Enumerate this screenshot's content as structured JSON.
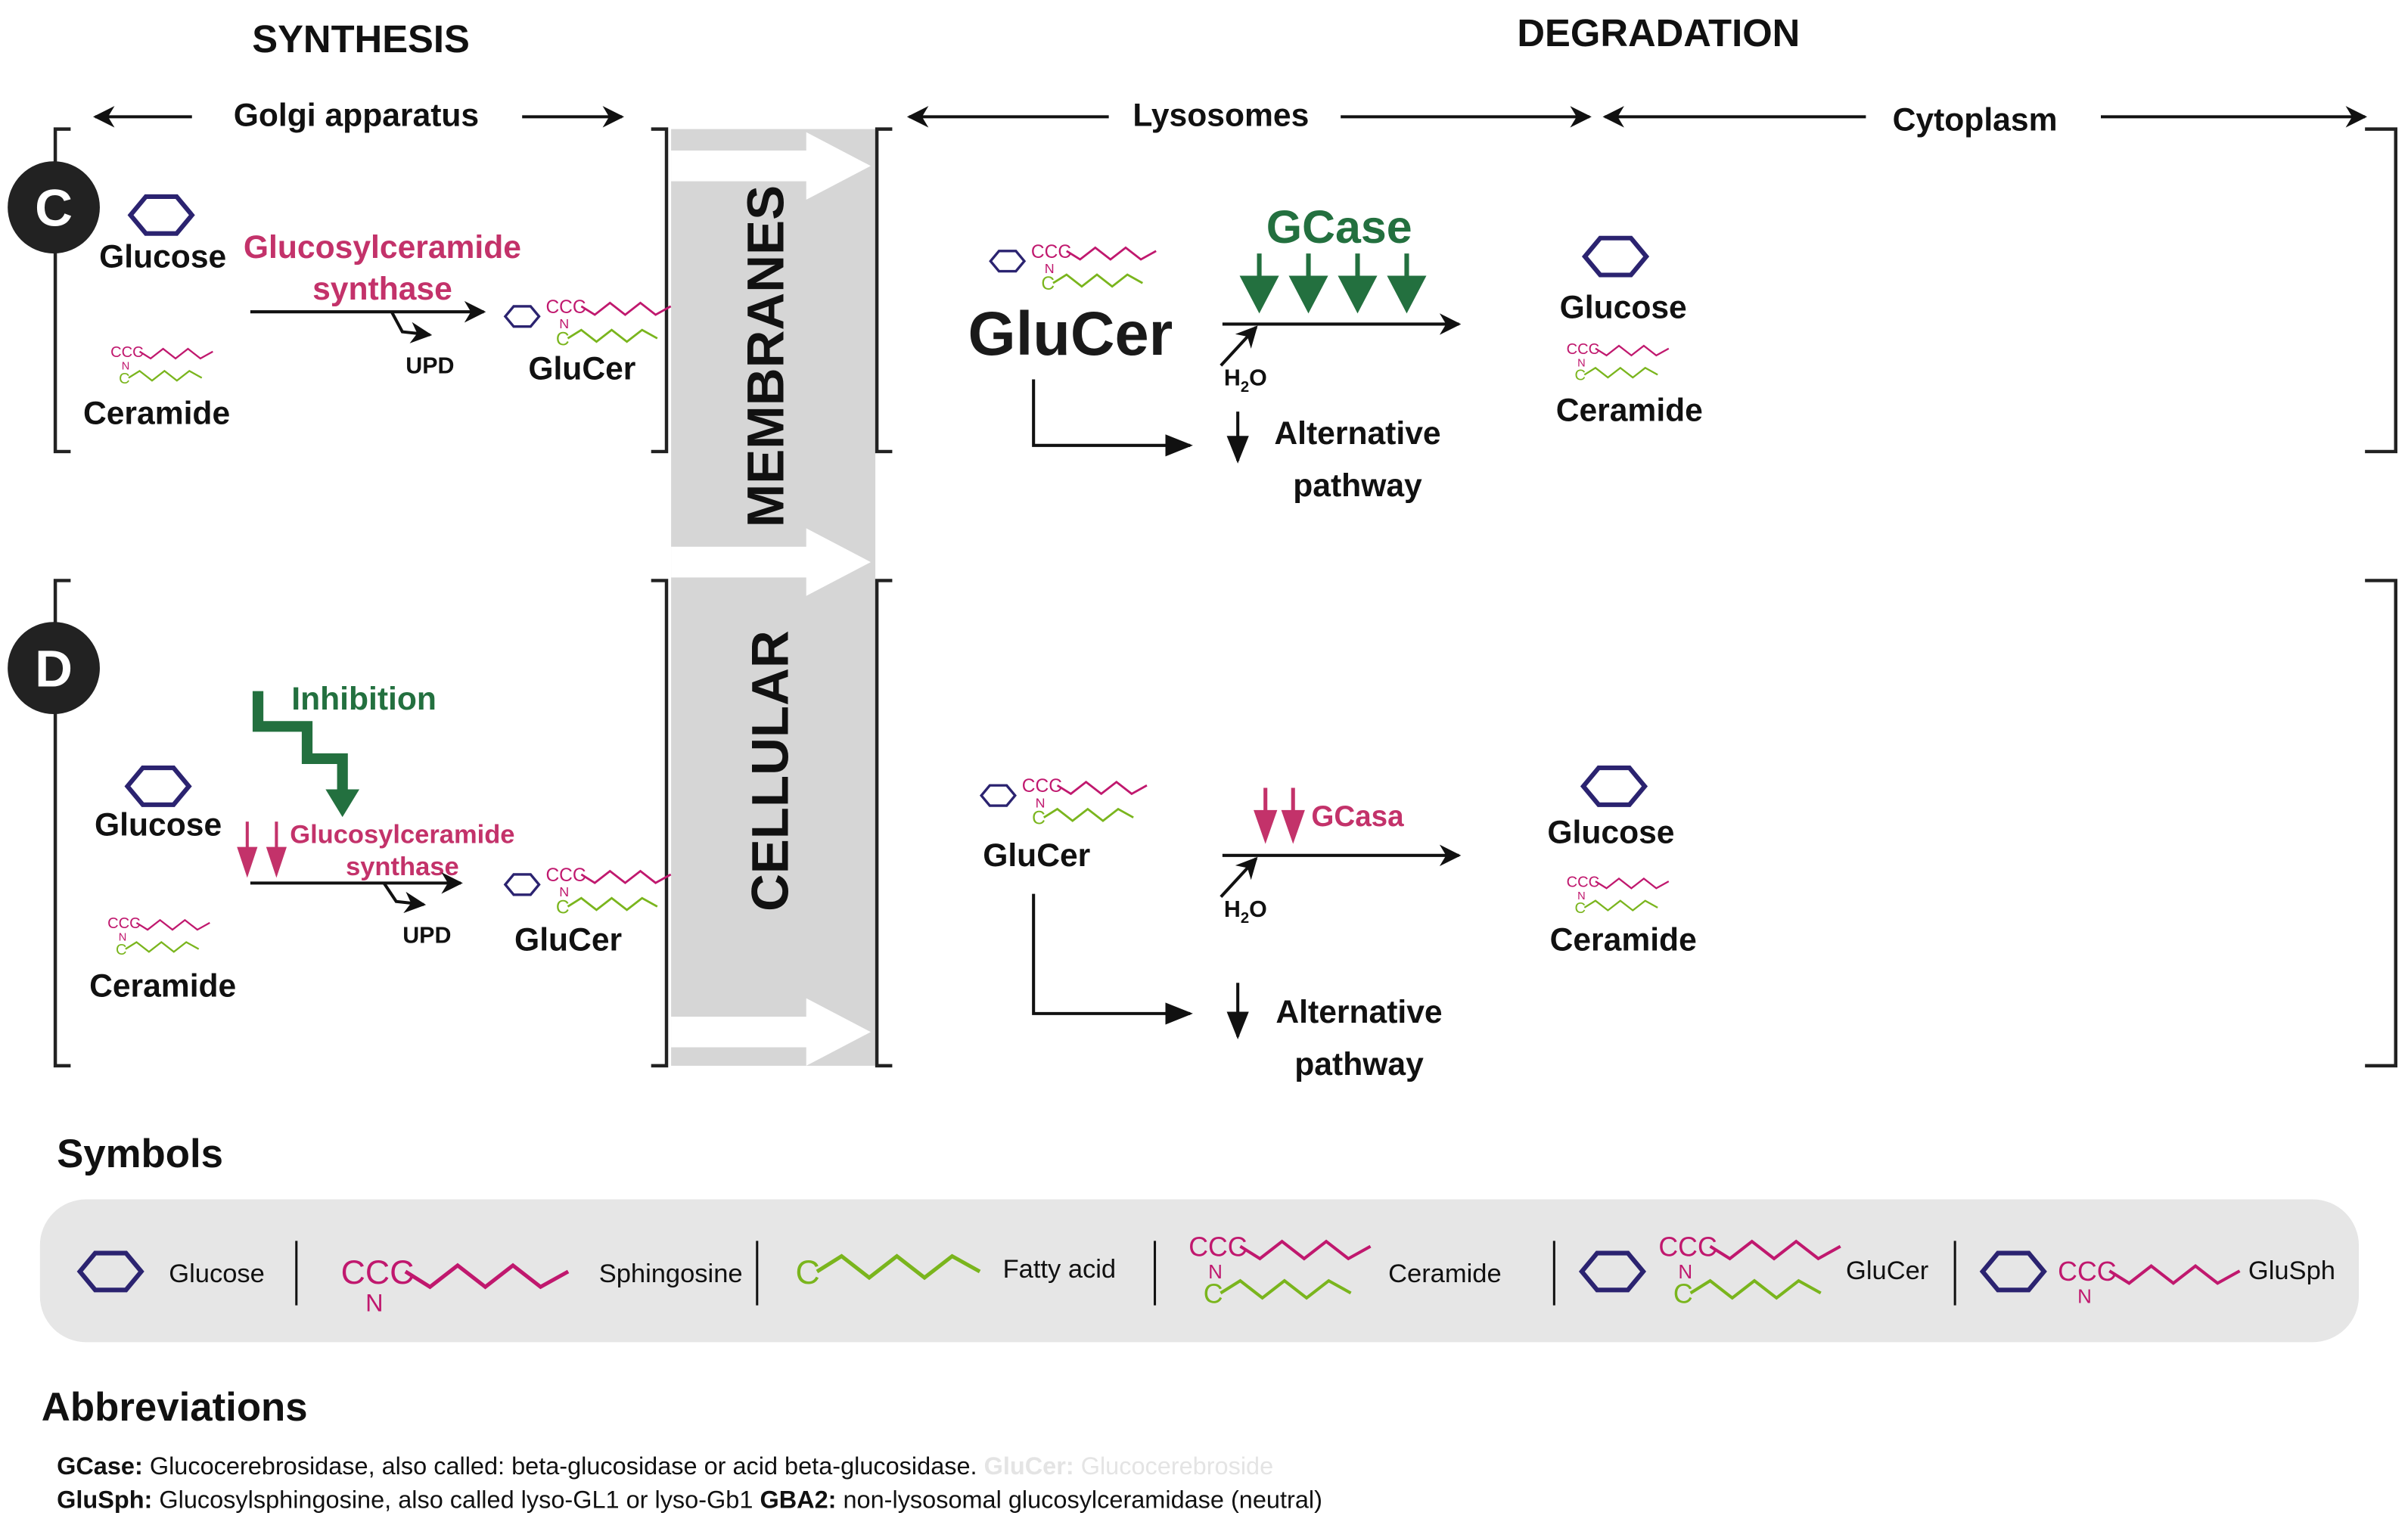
{
  "headers": {
    "synthesis": "SYNTHESIS",
    "degradation": "DEGRADATION"
  },
  "compartments": {
    "golgi": "Golgi apparatus",
    "lysosomes": "Lysosomes",
    "cytoplasm": "Cytoplasm"
  },
  "band": {
    "top": "MEMBRANES",
    "bottom": "CELLULAR"
  },
  "molecule_glyph": {
    "ccc": "CCC",
    "n": "N",
    "c": "C"
  },
  "panel_c": {
    "badge": "C",
    "glucose": "Glucose",
    "ceramide": "Ceramide",
    "enzyme_line1": "Glucosylceramide",
    "enzyme_line2": "synthase",
    "byproduct": "UPD",
    "product": "GluCer",
    "lyso_substrate": "GluCer",
    "lyso_enzyme": "GCase",
    "water": "H",
    "water_sub": "2",
    "water_o": "O",
    "alt_line1": "Alternative",
    "alt_line2": "pathway",
    "out_glucose": "Glucose",
    "out_ceramide": "Ceramide"
  },
  "panel_d": {
    "badge": "D",
    "inhibition": "Inhibition",
    "glucose": "Glucose",
    "ceramide": "Ceramide",
    "enzyme_line1": "Glucosylceramide",
    "enzyme_line2": "synthase",
    "byproduct": "UPD",
    "product": "GluCer",
    "lyso_substrate": "GluCer",
    "lyso_enzyme": "GCasa",
    "water": "H",
    "water_sub": "2",
    "water_o": "O",
    "alt_line1": "Alternative",
    "alt_line2": "pathway",
    "out_glucose": "Glucose",
    "out_ceramide": "Ceramide"
  },
  "symbols": {
    "title": "Symbols",
    "items": [
      {
        "label": "Glucose"
      },
      {
        "label": "Sphingosine"
      },
      {
        "label": "Fatty acid"
      },
      {
        "label": "Ceramide"
      },
      {
        "label": "GluCer"
      },
      {
        "label": "GluSph"
      }
    ]
  },
  "abbreviations": {
    "title": "Abbreviations",
    "lines": [
      [
        {
          "term": "GCase:",
          "def": " Glucocerebrosidase, also called: beta-glucosidase or acid beta-glucosidase. "
        },
        {
          "term": "GluCer:",
          "def": " Glucocerebroside",
          "faded": true
        }
      ],
      [
        {
          "term": "GluSph:",
          "def": " Glucosylsphingosine, also called lyso-GL1 or lyso-Gb1 "
        },
        {
          "term": "GBA2:",
          "def": " non-lysosomal glucosylceramidase (neutral)"
        }
      ]
    ]
  },
  "colors": {
    "glucose": "#2b2370",
    "sphingosine": "#c0186e",
    "fatty_acid": "#7ab51d",
    "gcase_green": "#23703f",
    "inhibited_pink": "#c3326a",
    "band_gray": "#d6d6d6",
    "legend_bg": "#e6e6e6"
  }
}
